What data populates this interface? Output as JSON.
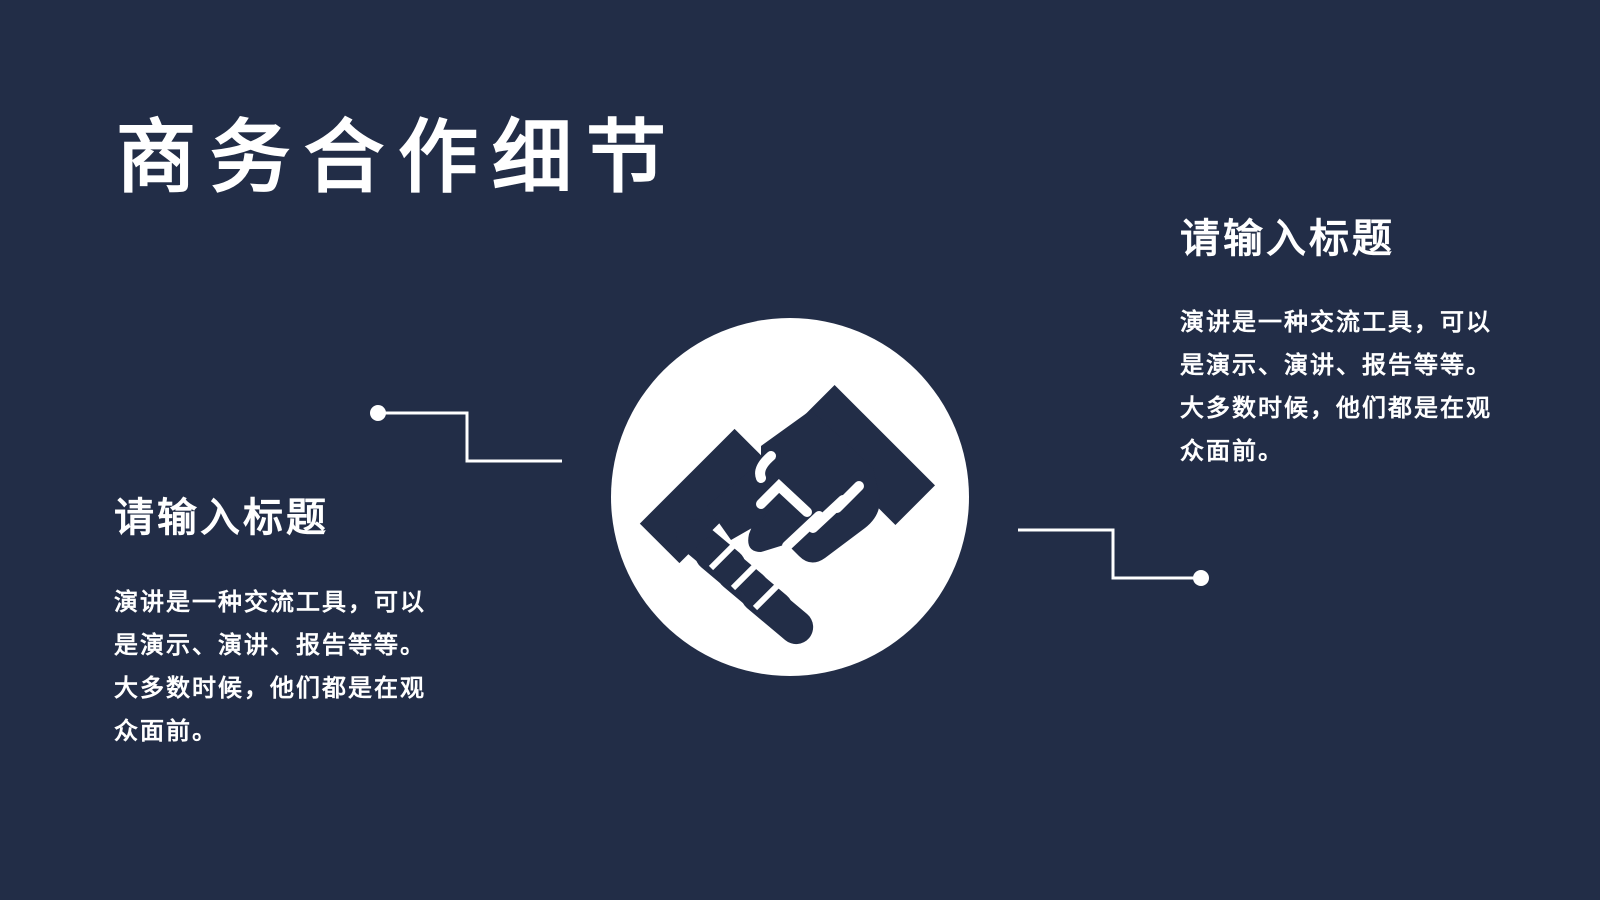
{
  "slide": {
    "title": "商务合作细节",
    "center_icon": "handshake-icon",
    "blocks": [
      {
        "title": "请输入标题",
        "body": "演讲是一种交流工具，可以是演示、演讲、报告等等。大多数时候，他们都是在观众面前。"
      },
      {
        "title": "请输入标题",
        "body": "演讲是一种交流工具，可以是演示、演讲、报告等等。大多数时候，他们都是在观众面前。"
      }
    ]
  },
  "colors": {
    "background": "#222d47",
    "foreground": "#ffffff"
  }
}
